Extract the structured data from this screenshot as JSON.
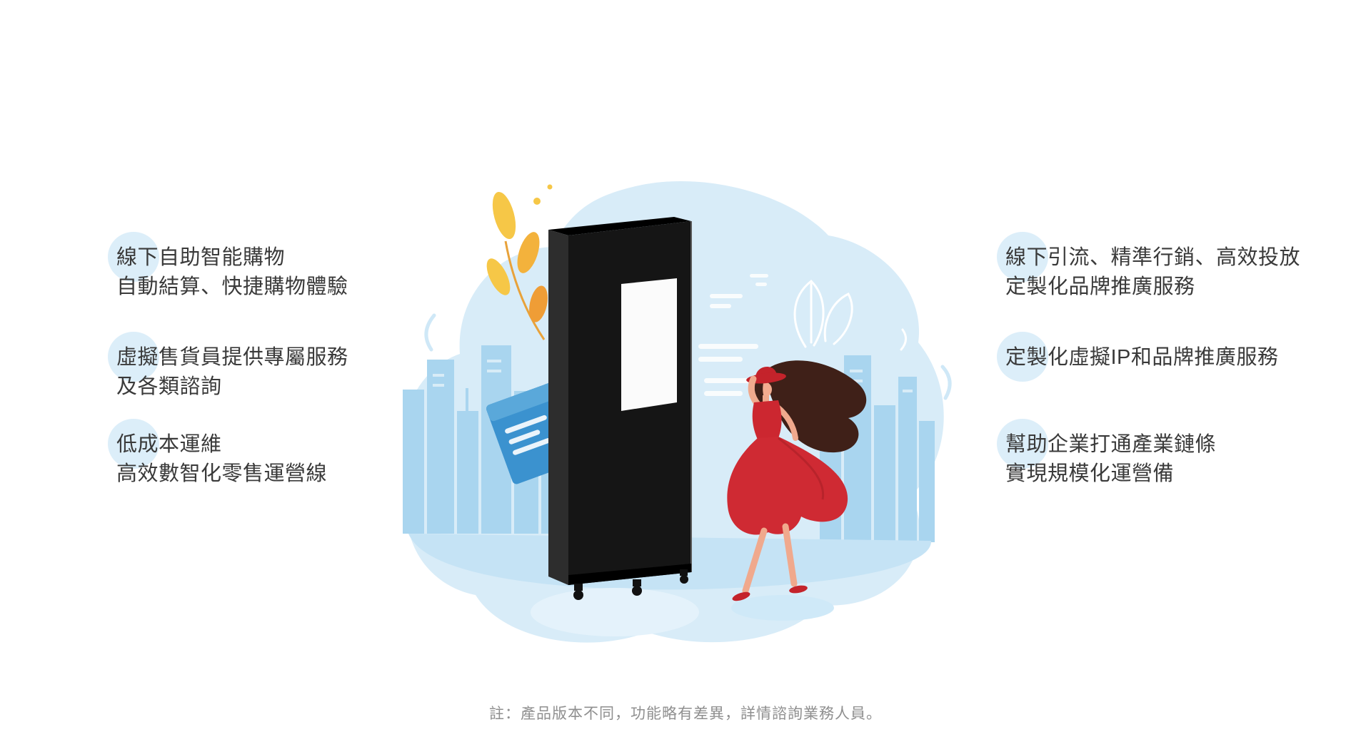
{
  "features_left": [
    {
      "line1": "線下自助智能購物",
      "line2": "自動結算、快捷購物體驗"
    },
    {
      "line1": "虛擬售貨員提供專屬服務",
      "line2": "及各類諮詢"
    },
    {
      "line1": "低成本運維",
      "line2": "高效數智化零售運營線"
    }
  ],
  "features_right": [
    {
      "line1": "線下引流、精準行銷、高效投放",
      "line2": "定製化品牌推廣服務"
    },
    {
      "line1": "定製化虛擬IP和品牌推廣服務",
      "line2": ""
    },
    {
      "line1": "幫助企業打通產業鏈條",
      "line2": "實現規模化運營備"
    }
  ],
  "footnote": "註：產品版本不同，功能略有差異，詳情諮詢業務人員。",
  "colors": {
    "text": "#3a3a3a",
    "footnote": "#8f8f8f",
    "highlight_blob": "#dceef9",
    "scene_blob": "#d8ecf8",
    "skyline_blue": "#a9d5ef",
    "ground_blue": "#c5e3f5",
    "machine_black": "#151515",
    "screen_white": "#fbfbfb",
    "card_blue": "#3b92cf",
    "dress_red": "#cc2730",
    "leaf_yellow": "#f6c747",
    "leaf_orange": "#ef9d36",
    "skin": "#f0a98d",
    "hair_brown": "#3f2018"
  },
  "illustration": {
    "label": "smart-retail-vending-machine-scene"
  }
}
